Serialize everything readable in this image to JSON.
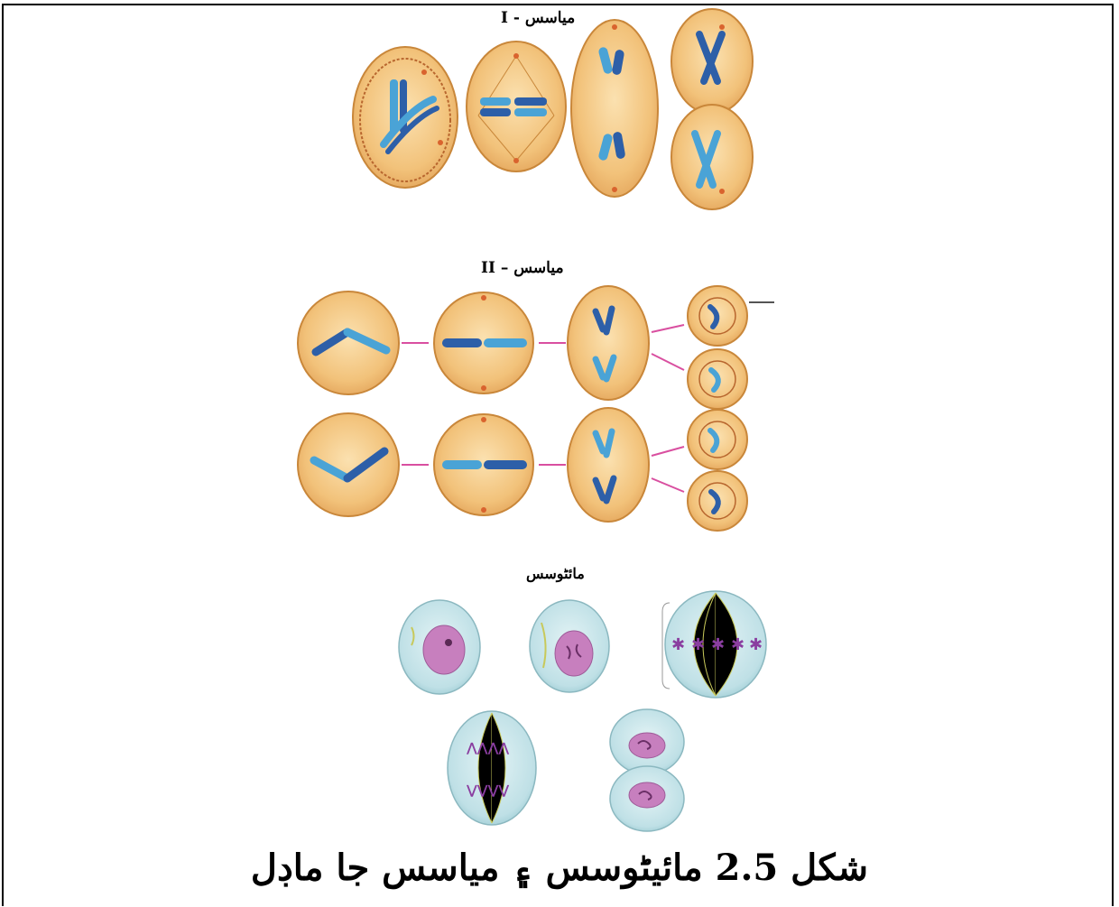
{
  "labels": {
    "meiosis_one": "میاسس - I",
    "meiosis_two": "میاسس – II",
    "mitosis": "مائٹوسس"
  },
  "caption": "شکل 2.5 مائیٹوسس ۽ میاسس جا ماڊل",
  "colors": {
    "cell_fill": "#f2c27a",
    "cell_stroke": "#c9873a",
    "chromosome_light": "#4aa3d6",
    "chromosome_dark": "#2d5fa8",
    "connector": "#d94fa0",
    "mitosis_fill": "#bfe0e6",
    "mitosis_nucleus": "#c77fbe",
    "mitosis_spindle": "#c8c95a"
  }
}
